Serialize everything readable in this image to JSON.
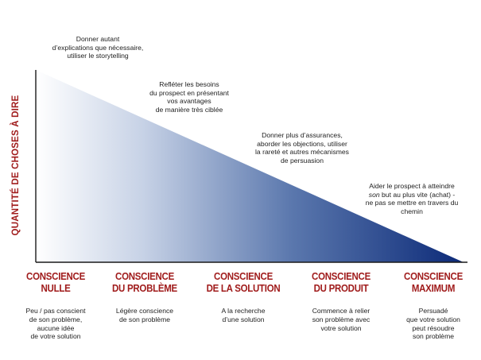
{
  "y_axis_label": "QUANTITÉ DE CHOSES À DIRE",
  "colors": {
    "triangle_light": "#ffffff",
    "triangle_dark": "#0c2a78",
    "axis": "#1a1a1a",
    "title_red": "#a01c1c"
  },
  "annotations": [
    {
      "line1": "Donner autant",
      "line2": "d’explications que nécessaire,",
      "line3": "utiliser le storytelling",
      "line4": ""
    },
    {
      "line1": "Refléter les besoins",
      "line2": "du prospect en présentant",
      "line3": "vos avantages",
      "line4": "de manière très ciblée"
    },
    {
      "line1": "Donner plus d’assurances,",
      "line2": "aborder les objections, utiliser",
      "line3": "la rareté et autres mécanismes",
      "line4": "de persuasion"
    },
    {
      "line1": "Aider le prospect à atteindre",
      "line2_em": "son",
      "line2_rest": " but au plus vite (achat) -",
      "line3": "ne pas se mettre en travers du",
      "line4": "chemin"
    }
  ],
  "stages": [
    {
      "title1": "CONSCIENCE",
      "title2": "NULLE",
      "desc1": "Peu / pas conscient",
      "desc2": "de son problème,",
      "desc3": "aucune idée",
      "desc4": "de votre solution"
    },
    {
      "title1": "CONSCIENCE",
      "title2": "DU PROBLÈME",
      "desc1": "Légère conscience",
      "desc2": "de son problème",
      "desc3": "",
      "desc4": ""
    },
    {
      "title1": "CONSCIENCE",
      "title2": "DE LA SOLUTION",
      "desc1": "A la recherche",
      "desc2": "d’une solution",
      "desc3": "",
      "desc4": ""
    },
    {
      "title1": "CONSCIENCE",
      "title2": "DU PRODUIT",
      "desc1": "Commence à relier",
      "desc2": "son problème avec",
      "desc3": "votre solution",
      "desc4": ""
    },
    {
      "title1": "CONSCIENCE",
      "title2": "MAXIMUM",
      "desc1": "Persuadé",
      "desc2": "que votre solution",
      "desc3": "peut résoudre",
      "desc4": "son problème"
    }
  ]
}
